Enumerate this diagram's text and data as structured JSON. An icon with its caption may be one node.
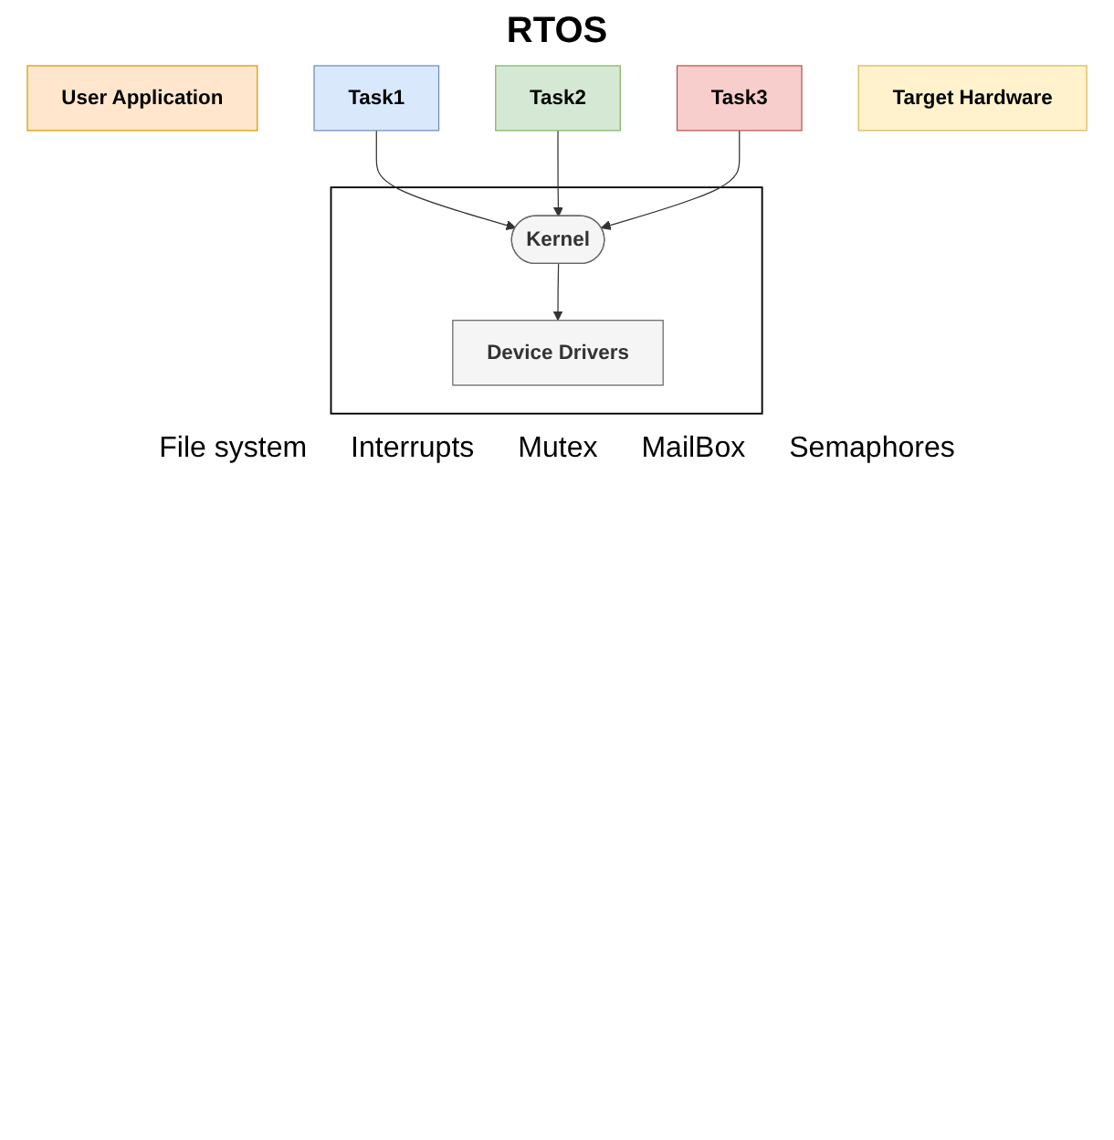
{
  "diagram": {
    "title": "RTOS",
    "nodes": [
      {
        "text": [
          "User Application"
        ]
      },
      {
        "text": [
          "Task1"
        ]
      },
      {
        "text": [
          "Task2"
        ]
      },
      {
        "text": [
          "Task3"
        ]
      },
      {
        "text": [],
        "shape": "box"
      },
      {
        "text": [
          "Kernel"
        ],
        "in": 4
      },
      {
        "text": [
          "Device Drivers"
        ],
        "in": 4
      },
      {
        "text": [
          "Target Hardware"
        ]
      }
    ],
    "edges": [
      {
        "from": 1,
        "to": 5,
        "arrow": "to"
      },
      {
        "from": 2,
        "to": 5,
        "arrow": "to"
      },
      {
        "from": 3,
        "to": 5,
        "arrow": "to"
      },
      {
        "from": 5,
        "to": 6,
        "arrow": "to"
      }
    ],
    "labels": [
      "File system",
      "Interrupts",
      "Mutex",
      "MailBox",
      "Semaphores"
    ]
  }
}
